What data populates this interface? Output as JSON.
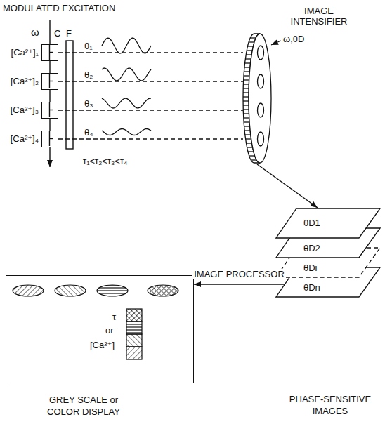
{
  "diagram": {
    "nodes": [
      {
        "text": [
          "[Ca²⁺]₁"
        ]
      },
      {
        "text": [
          "[Ca²⁺]₂"
        ]
      },
      {
        "text": [
          "[Ca²⁺]₃"
        ]
      },
      {
        "text": [
          "[Ca²⁺]₄"
        ]
      },
      {
        "text": [
          "IMAGE INTENSIFIER"
        ]
      },
      {
        "text": [
          "θD1"
        ]
      },
      {
        "text": [
          "θD2"
        ]
      },
      {
        "text": [
          "θDi"
        ]
      },
      {
        "text": [
          "θDn"
        ]
      },
      {
        "text": [
          "GREY SCALE or COLOR DISPLAY"
        ]
      }
    ],
    "edges": [
      {
        "from": 0,
        "to": 4,
        "arrow": "none"
      },
      {
        "from": 1,
        "to": 4,
        "arrow": "none"
      },
      {
        "from": 2,
        "to": 4,
        "arrow": "none"
      },
      {
        "from": 3,
        "to": 4,
        "arrow": "none"
      },
      {
        "from": 4,
        "to": 5,
        "arrow": "to"
      },
      {
        "from": 8,
        "to": 9,
        "label": "IMAGE PROCESSOR",
        "arrow": "to"
      }
    ],
    "labels": [
      "MODULATED EXCITATION",
      "ω",
      "C",
      "F",
      "θ₁",
      "θ₂",
      "θ₃",
      "θ₄",
      "τ₁<τ₂<τ₃<τ₄",
      "ω,θD",
      "PHASE-SENSITIVE IMAGES",
      "τ",
      "or",
      "[Ca²⁺]"
    ]
  }
}
